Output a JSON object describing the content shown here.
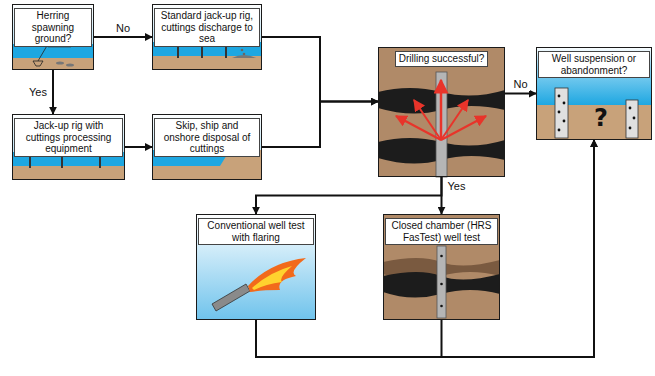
{
  "diagram": {
    "nodes": [
      {
        "text": [
          "Herring spawning ground?"
        ]
      },
      {
        "text": [
          "Standard jack-up rig, cuttings discharge to sea"
        ]
      },
      {
        "text": [
          "Jack-up rig with cuttings processing equipment"
        ]
      },
      {
        "text": [
          "Skip, ship and onshore disposal of cuttings"
        ]
      },
      {
        "text": [
          "Drilling successful?"
        ]
      },
      {
        "text": [
          "Well suspension or abandonment?"
        ]
      },
      {
        "text": [
          "Conventional well test with flaring"
        ]
      },
      {
        "text": [
          "Closed chamber (HRS FasTest) well test"
        ]
      }
    ],
    "edges": [
      {
        "from": 0,
        "to": 1,
        "arrow": "to",
        "label": "No"
      },
      {
        "from": 0,
        "to": 2,
        "arrow": "to",
        "label": "Yes"
      },
      {
        "from": 2,
        "to": 3,
        "arrow": "to"
      },
      {
        "from": 1,
        "to": 4,
        "arrow": "to"
      },
      {
        "from": 3,
        "to": 4,
        "arrow": "to"
      },
      {
        "from": 4,
        "to": 5,
        "arrow": "to",
        "label": "No"
      },
      {
        "from": 4,
        "to": 6,
        "arrow": "to",
        "label": "Yes"
      },
      {
        "from": 4,
        "to": 7,
        "arrow": "to"
      },
      {
        "from": 6,
        "to": 5,
        "arrow": "to"
      },
      {
        "from": 7,
        "to": 5,
        "arrow": "to"
      }
    ],
    "labels": [
      "?"
    ]
  }
}
